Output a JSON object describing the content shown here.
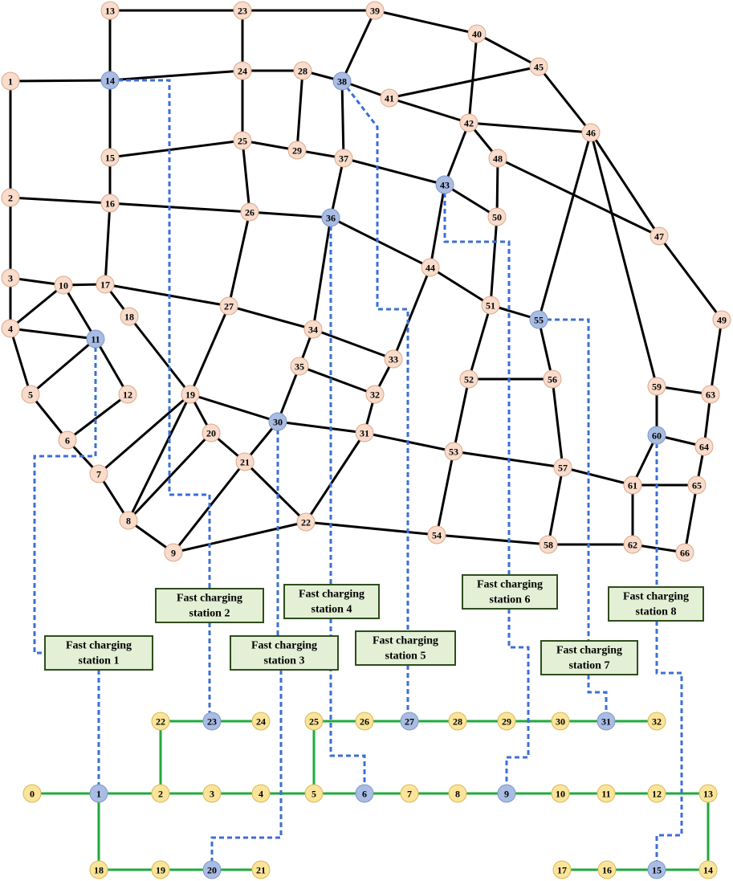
{
  "colors": {
    "traffic_node": "#f9dccb",
    "traffic_node_stroke": "#d9a98c",
    "fcs_node": "#a9bce3",
    "fcs_node_stroke": "#7f98c9",
    "grid_node": "#fbe49a",
    "grid_node_stroke": "#d8b955",
    "road_line": "#000000",
    "grid_line": "#1faa3b",
    "link_line": "#3c6fd4",
    "station_fill": "#e3f0d5",
    "station_border": "#2e4d1c"
  },
  "traffic_network": {
    "nodes": [
      {
        "id": "1"
      },
      {
        "id": "2"
      },
      {
        "id": "3"
      },
      {
        "id": "4"
      },
      {
        "id": "5"
      },
      {
        "id": "6"
      },
      {
        "id": "7"
      },
      {
        "id": "8"
      },
      {
        "id": "9"
      },
      {
        "id": "10"
      },
      {
        "id": "11",
        "fcs": true
      },
      {
        "id": "12"
      },
      {
        "id": "13"
      },
      {
        "id": "14",
        "fcs": true
      },
      {
        "id": "15"
      },
      {
        "id": "16"
      },
      {
        "id": "17"
      },
      {
        "id": "18"
      },
      {
        "id": "19"
      },
      {
        "id": "20"
      },
      {
        "id": "21"
      },
      {
        "id": "22"
      },
      {
        "id": "23"
      },
      {
        "id": "24"
      },
      {
        "id": "25"
      },
      {
        "id": "26"
      },
      {
        "id": "27"
      },
      {
        "id": "28"
      },
      {
        "id": "29"
      },
      {
        "id": "30",
        "fcs": true
      },
      {
        "id": "31"
      },
      {
        "id": "32"
      },
      {
        "id": "33"
      },
      {
        "id": "34"
      },
      {
        "id": "35"
      },
      {
        "id": "36",
        "fcs": true
      },
      {
        "id": "37"
      },
      {
        "id": "38",
        "fcs": true
      },
      {
        "id": "39"
      },
      {
        "id": "40"
      },
      {
        "id": "41"
      },
      {
        "id": "42"
      },
      {
        "id": "43",
        "fcs": true
      },
      {
        "id": "44"
      },
      {
        "id": "45"
      },
      {
        "id": "46"
      },
      {
        "id": "47"
      },
      {
        "id": "48"
      },
      {
        "id": "49"
      },
      {
        "id": "50"
      },
      {
        "id": "51"
      },
      {
        "id": "52"
      },
      {
        "id": "53"
      },
      {
        "id": "54"
      },
      {
        "id": "55",
        "fcs": true
      },
      {
        "id": "56"
      },
      {
        "id": "57"
      },
      {
        "id": "58"
      },
      {
        "id": "59"
      },
      {
        "id": "60",
        "fcs": true
      },
      {
        "id": "61"
      },
      {
        "id": "62"
      },
      {
        "id": "63"
      },
      {
        "id": "64"
      },
      {
        "id": "65"
      },
      {
        "id": "66"
      }
    ],
    "edges": [
      [
        "13",
        "23"
      ],
      [
        "23",
        "39"
      ],
      [
        "39",
        "40"
      ],
      [
        "40",
        "45"
      ],
      [
        "13",
        "14"
      ],
      [
        "23",
        "24"
      ],
      [
        "1",
        "14"
      ],
      [
        "14",
        "24"
      ],
      [
        "24",
        "28"
      ],
      [
        "28",
        "38"
      ],
      [
        "38",
        "39"
      ],
      [
        "38",
        "41"
      ],
      [
        "41",
        "45"
      ],
      [
        "41",
        "42"
      ],
      [
        "40",
        "42"
      ],
      [
        "45",
        "46"
      ],
      [
        "42",
        "46"
      ],
      [
        "14",
        "15"
      ],
      [
        "24",
        "25"
      ],
      [
        "28",
        "29"
      ],
      [
        "38",
        "37"
      ],
      [
        "42",
        "48"
      ],
      [
        "42",
        "43"
      ],
      [
        "15",
        "25"
      ],
      [
        "25",
        "29"
      ],
      [
        "29",
        "37"
      ],
      [
        "37",
        "43"
      ],
      [
        "43",
        "50"
      ],
      [
        "48",
        "50"
      ],
      [
        "48",
        "47"
      ],
      [
        "46",
        "47"
      ],
      [
        "1",
        "2"
      ],
      [
        "2",
        "16"
      ],
      [
        "15",
        "16"
      ],
      [
        "16",
        "26"
      ],
      [
        "25",
        "26"
      ],
      [
        "26",
        "36"
      ],
      [
        "37",
        "36"
      ],
      [
        "36",
        "44"
      ],
      [
        "43",
        "44"
      ],
      [
        "50",
        "51"
      ],
      [
        "44",
        "51"
      ],
      [
        "47",
        "49"
      ],
      [
        "2",
        "3"
      ],
      [
        "3",
        "10"
      ],
      [
        "10",
        "17"
      ],
      [
        "16",
        "17"
      ],
      [
        "17",
        "27"
      ],
      [
        "26",
        "27"
      ],
      [
        "27",
        "34"
      ],
      [
        "36",
        "34"
      ],
      [
        "44",
        "33"
      ],
      [
        "34",
        "33"
      ],
      [
        "51",
        "55"
      ],
      [
        "46",
        "55"
      ],
      [
        "46",
        "59"
      ],
      [
        "3",
        "4"
      ],
      [
        "4",
        "10"
      ],
      [
        "4",
        "11"
      ],
      [
        "10",
        "11"
      ],
      [
        "17",
        "18"
      ],
      [
        "11",
        "12"
      ],
      [
        "11",
        "5"
      ],
      [
        "4",
        "5"
      ],
      [
        "18",
        "19"
      ],
      [
        "27",
        "19"
      ],
      [
        "34",
        "35"
      ],
      [
        "35",
        "32"
      ],
      [
        "33",
        "32"
      ],
      [
        "51",
        "52"
      ],
      [
        "52",
        "56"
      ],
      [
        "55",
        "56"
      ],
      [
        "49",
        "63"
      ],
      [
        "59",
        "63"
      ],
      [
        "5",
        "6"
      ],
      [
        "6",
        "12"
      ],
      [
        "6",
        "7"
      ],
      [
        "19",
        "7"
      ],
      [
        "19",
        "20"
      ],
      [
        "19",
        "30"
      ],
      [
        "35",
        "30"
      ],
      [
        "32",
        "31"
      ],
      [
        "30",
        "31"
      ],
      [
        "31",
        "53"
      ],
      [
        "52",
        "53"
      ],
      [
        "53",
        "57"
      ],
      [
        "56",
        "57"
      ],
      [
        "59",
        "60"
      ],
      [
        "60",
        "64"
      ],
      [
        "63",
        "64"
      ],
      [
        "60",
        "61"
      ],
      [
        "57",
        "61"
      ],
      [
        "61",
        "65"
      ],
      [
        "64",
        "65"
      ],
      [
        "7",
        "8"
      ],
      [
        "19",
        "8"
      ],
      [
        "20",
        "21"
      ],
      [
        "30",
        "21"
      ],
      [
        "21",
        "9"
      ],
      [
        "20",
        "8"
      ],
      [
        "21",
        "22"
      ],
      [
        "31",
        "22"
      ],
      [
        "8",
        "9"
      ],
      [
        "9",
        "22"
      ],
      [
        "22",
        "54"
      ],
      [
        "53",
        "54"
      ],
      [
        "54",
        "58"
      ],
      [
        "57",
        "58"
      ],
      [
        "58",
        "62"
      ],
      [
        "61",
        "62"
      ],
      [
        "62",
        "66"
      ],
      [
        "65",
        "66"
      ]
    ]
  },
  "power_network": {
    "nodes": [
      {
        "id": "0"
      },
      {
        "id": "1",
        "fcs": true
      },
      {
        "id": "2"
      },
      {
        "id": "3"
      },
      {
        "id": "4"
      },
      {
        "id": "5"
      },
      {
        "id": "6",
        "fcs": true
      },
      {
        "id": "7"
      },
      {
        "id": "8"
      },
      {
        "id": "9",
        "fcs": true
      },
      {
        "id": "10"
      },
      {
        "id": "11"
      },
      {
        "id": "12"
      },
      {
        "id": "13"
      },
      {
        "id": "14"
      },
      {
        "id": "15",
        "fcs": true
      },
      {
        "id": "16"
      },
      {
        "id": "17"
      },
      {
        "id": "18"
      },
      {
        "id": "19"
      },
      {
        "id": "20",
        "fcs": true
      },
      {
        "id": "21"
      },
      {
        "id": "22"
      },
      {
        "id": "23",
        "fcs": true
      },
      {
        "id": "24"
      },
      {
        "id": "25"
      },
      {
        "id": "26"
      },
      {
        "id": "27",
        "fcs": true
      },
      {
        "id": "28"
      },
      {
        "id": "29"
      },
      {
        "id": "30"
      },
      {
        "id": "31",
        "fcs": true
      },
      {
        "id": "32"
      }
    ],
    "edges": [
      [
        "0",
        "1"
      ],
      [
        "1",
        "2"
      ],
      [
        "2",
        "3"
      ],
      [
        "3",
        "4"
      ],
      [
        "4",
        "5"
      ],
      [
        "5",
        "6"
      ],
      [
        "6",
        "7"
      ],
      [
        "7",
        "8"
      ],
      [
        "8",
        "9"
      ],
      [
        "9",
        "10"
      ],
      [
        "10",
        "11"
      ],
      [
        "11",
        "12"
      ],
      [
        "12",
        "13"
      ],
      [
        "13",
        "14"
      ],
      [
        "14",
        "15"
      ],
      [
        "15",
        "16"
      ],
      [
        "16",
        "17"
      ],
      [
        "1",
        "18"
      ],
      [
        "18",
        "19"
      ],
      [
        "19",
        "20"
      ],
      [
        "20",
        "21"
      ],
      [
        "2",
        "22"
      ],
      [
        "22",
        "23"
      ],
      [
        "23",
        "24"
      ],
      [
        "5",
        "25"
      ],
      [
        "25",
        "26"
      ],
      [
        "26",
        "27"
      ],
      [
        "27",
        "28"
      ],
      [
        "28",
        "29"
      ],
      [
        "29",
        "30"
      ],
      [
        "30",
        "31"
      ],
      [
        "31",
        "32"
      ]
    ]
  },
  "stations": [
    {
      "id": "station-1",
      "line1": "Fast charging",
      "line2": "station 1",
      "traffic_node": "11",
      "power_node": "1"
    },
    {
      "id": "station-2",
      "line1": "Fast charging",
      "line2": "station 2",
      "traffic_node": "14",
      "power_node": "23"
    },
    {
      "id": "station-3",
      "line1": "Fast charging",
      "line2": "station 3",
      "traffic_node": "30",
      "power_node": "20"
    },
    {
      "id": "station-4",
      "line1": "Fast charging",
      "line2": "station 4",
      "traffic_node": "36",
      "power_node": "6"
    },
    {
      "id": "station-5",
      "line1": "Fast charging",
      "line2": "station 5",
      "traffic_node": "38",
      "power_node": "27"
    },
    {
      "id": "station-6",
      "line1": "Fast charging",
      "line2": "station 6",
      "traffic_node": "43",
      "power_node": "9"
    },
    {
      "id": "station-7",
      "line1": "Fast charging",
      "line2": "station 7",
      "traffic_node": "55",
      "power_node": "31"
    },
    {
      "id": "station-8",
      "line1": "Fast charging",
      "line2": "station 8",
      "traffic_node": "60",
      "power_node": "15"
    }
  ]
}
